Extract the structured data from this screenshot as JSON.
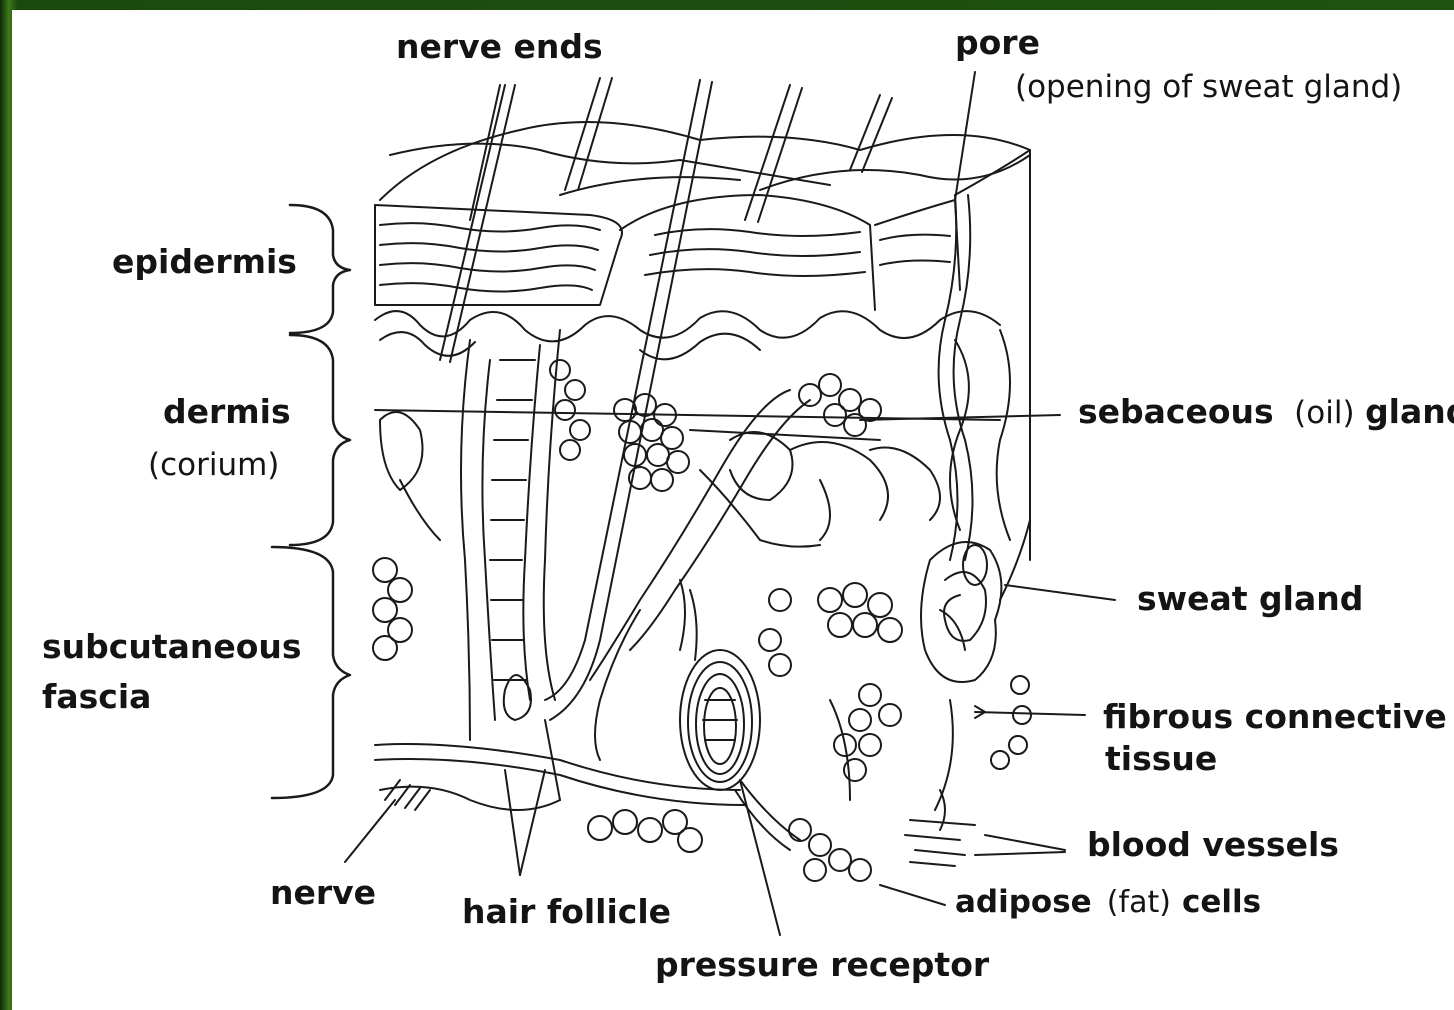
{
  "labels": {
    "nerve_ends": "nerve ends",
    "pore": "pore",
    "pore_note": "(opening of sweat gland)",
    "epidermis": "epidermis",
    "dermis": "dermis",
    "dermis_note": "(corium)",
    "subcutaneous": "subcutaneous",
    "fascia": "fascia",
    "sebaceous": "sebaceous",
    "sebaceous_note": "(oil)",
    "gland": "gland",
    "sweat_gland": "sweat gland",
    "fibrous": "fibrous connective",
    "tissue": "tissue",
    "blood_vessels": "blood vessels",
    "adipose": "adipose",
    "adipose_note": "(fat)",
    "cells": "cells",
    "nerve": "nerve",
    "hair_follicle": "hair follicle",
    "pressure_receptor": "pressure receptor"
  },
  "colors": {
    "frame": "#1f4a12",
    "line": "#1a1a1a",
    "paper": "#ffffff"
  }
}
